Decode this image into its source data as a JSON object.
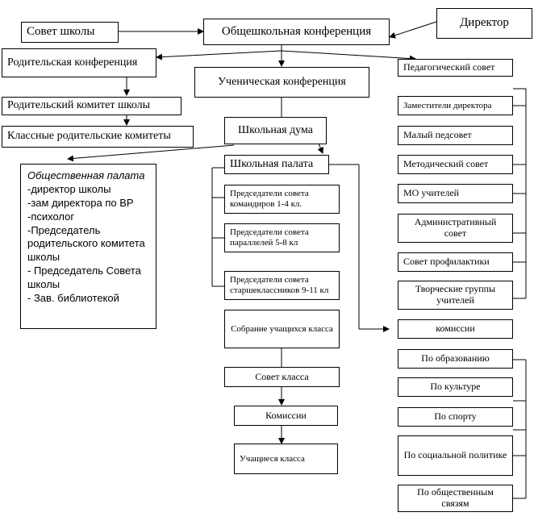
{
  "boxes": {
    "sovet_shkoly": "Совет школы",
    "obsheshkolnaya_konferentsiya": "Общешкольная конференция",
    "direktor": "Директор",
    "roditelskaya_konferentsiya": "Родительская конференция",
    "uchenicheskaya_konferentsiya": "Ученическая конференция",
    "roditelskiy_komitet_shkoly": "Родительский комитет школы",
    "klassnye_roditelskie_komitety": "Классные родительские комитеты",
    "shkolnaya_duma": "Школьная дума",
    "shkolnaya_palata": "Школьная палата",
    "predsedateli_1_4": "Председатели совета командиров 1-4 кл.",
    "predsedateli_5_8": "Председатели совета параллелей 5-8 кл",
    "predsedateli_9_11": "Председатели совета старшеклассников 9-11 кл",
    "sobranie_uchaschikhsya": "Собрание учащихся класса",
    "sovet_klassa": "Совет класса",
    "komissii": "Комиссии",
    "uchaschiesya_klassa": "Учащиеся класса"
  },
  "obshchestvennaya_palata": {
    "title": "Общественная палата",
    "items": [
      "-директор школы",
      "-зам директора по ВР",
      "-психолог",
      "-Председатель родительского комитета школы",
      "- Председатель Совета школы",
      "- Зав. библиотекой"
    ]
  },
  "right_column": [
    "Педагогический совет",
    "Заместители директора",
    "Малый педсовет",
    "Методический совет",
    "МО учителей",
    "Административный совет",
    "Совет профилактики",
    "Творческие группы учителей",
    "комиссии",
    "По образованию",
    "По культуре",
    "По спорту",
    "По социальной политике",
    "По общественным связям"
  ]
}
